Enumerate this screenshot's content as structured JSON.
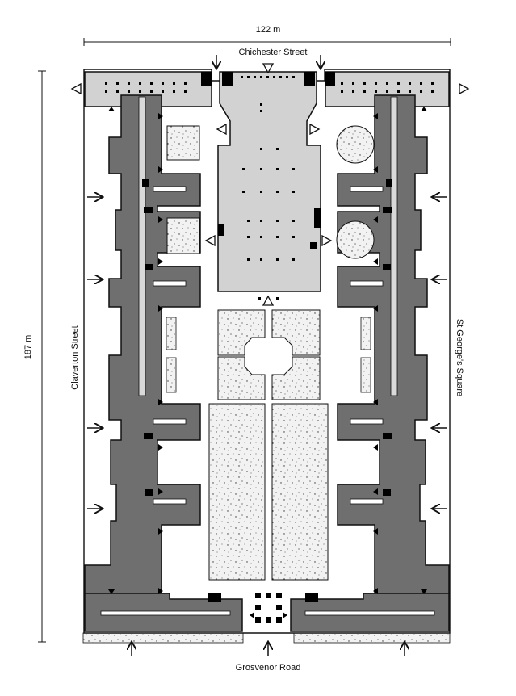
{
  "labels": {
    "width_dimension": "122 m",
    "height_dimension": "187 m",
    "north_street": "Chichester Street",
    "south_street": "Grosvenor Road",
    "west_street": "Claverton Street",
    "east_street": "St George's Square"
  },
  "colors": {
    "dwelling_blocks": "#6f6f6f",
    "public_buildings": "#d2d2d2",
    "landscaped_areas": "#f2f2f2",
    "circulation": "#ffffff",
    "outline": "#111111",
    "cores": "#000000"
  },
  "icons": {
    "entrance_marker": "arrow-icon",
    "access_point_marker": "open-triangle-icon",
    "stair_marker": "filled-triangle-icon"
  }
}
